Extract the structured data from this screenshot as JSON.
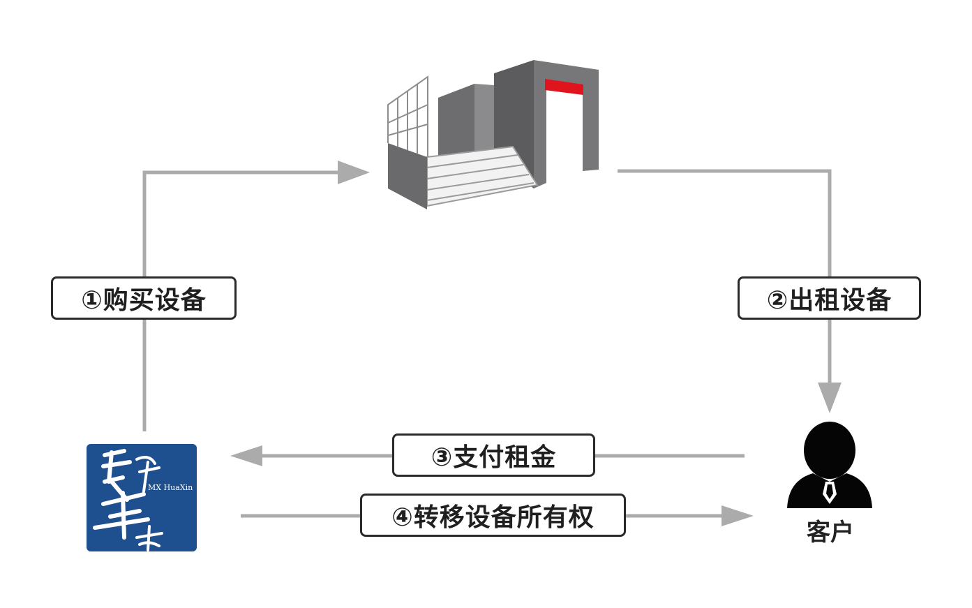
{
  "steps": {
    "step1": "①购买设备",
    "step2": "②出租设备",
    "step3": "③支付租金",
    "step4": "④转移设备所有权"
  },
  "nodes": {
    "customer_label": "客户"
  },
  "logo": {
    "sub_text": "MX HuaXin",
    "brush_text": "長荣華鑫"
  },
  "colors": {
    "arrow": "#ababab",
    "label_border": "#2a2a2a",
    "logo_bg": "#1e4f8f",
    "building_dark": "#5c5c5e",
    "building_mid": "#77777a",
    "building_accent": "#e0141c"
  }
}
